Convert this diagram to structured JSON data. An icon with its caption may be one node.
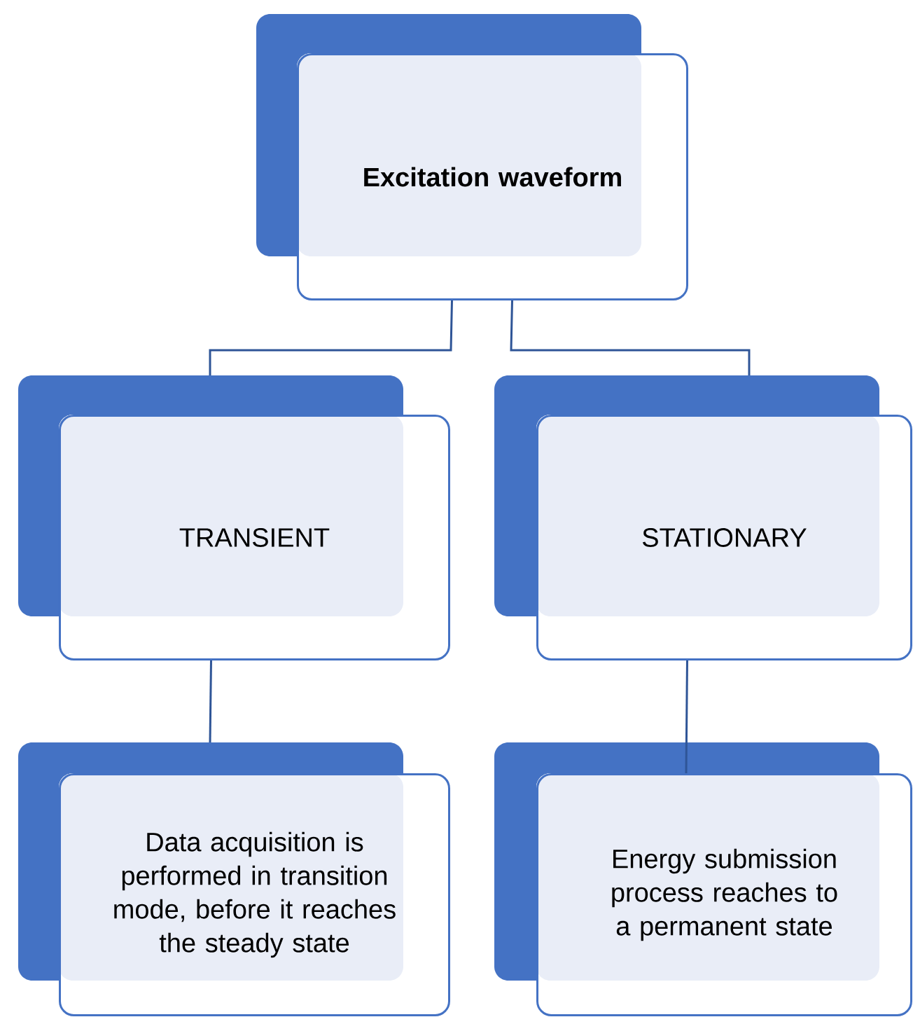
{
  "diagram": {
    "nodes": [
      {
        "text": [
          "Excitation waveform"
        ]
      },
      {
        "text": [
          "TRANSIENT"
        ]
      },
      {
        "text": [
          "STATIONARY"
        ]
      },
      {
        "text": [
          "Data acquisition is performed in transition mode, before it reaches the steady state"
        ]
      },
      {
        "text": [
          "Energy submission process reaches to a permanent state"
        ]
      }
    ],
    "edges": [
      {
        "from": 0,
        "to": 1,
        "arrow": "none"
      },
      {
        "from": 0,
        "to": 2,
        "arrow": "none"
      },
      {
        "from": 1,
        "to": 3,
        "arrow": "none"
      },
      {
        "from": 2,
        "to": 4,
        "arrow": "none"
      }
    ]
  }
}
